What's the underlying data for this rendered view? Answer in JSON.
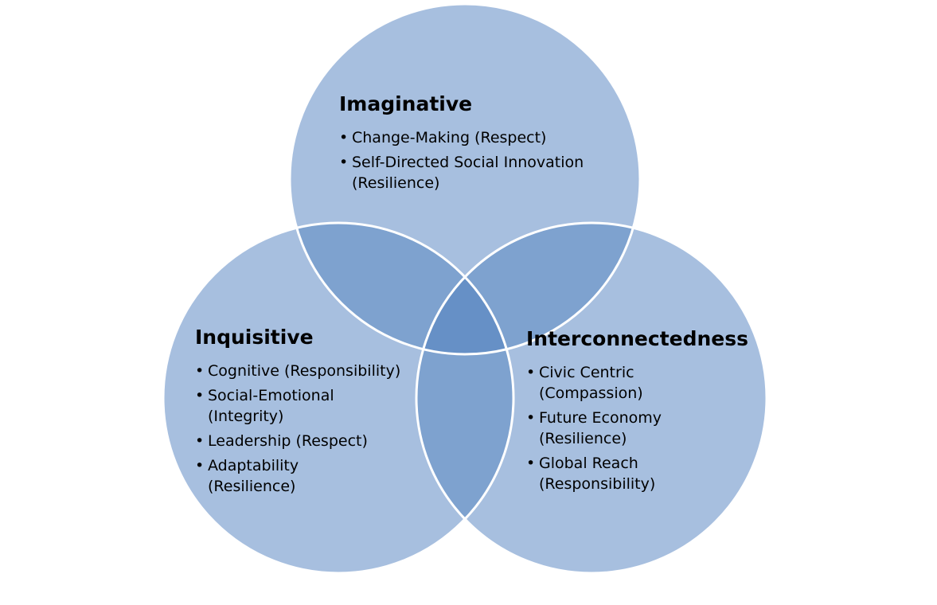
{
  "colors": {
    "circle_fill": "#a7bfdf",
    "overlap_two": "#7ea2cf",
    "overlap_three": "#6690c6",
    "circle_stroke": "#ffffff"
  },
  "circles": [
    {
      "id": "imaginative",
      "title": "Imaginative",
      "items": [
        {
          "bullet": "•",
          "text": "Change-Making (Respect)"
        },
        {
          "bullet": "•",
          "text": "Self-Directed Social Innovation (Resilience)"
        }
      ]
    },
    {
      "id": "inquisitive",
      "title": "Inquisitive",
      "items": [
        {
          "bullet": "•",
          "text": "Cognitive (Responsibility)"
        },
        {
          "bullet": "•",
          "text": "Social-Emotional (Integrity)"
        },
        {
          "bullet": "•",
          "text": "Leadership (Respect)"
        },
        {
          "bullet": "•",
          "text": "Adaptability (Resilience)"
        }
      ]
    },
    {
      "id": "interconnectedness",
      "title": "Interconnectedness",
      "items": [
        {
          "bullet": "•",
          "text": "Civic Centric (Compassion)"
        },
        {
          "bullet": "•",
          "text": "Future Economy (Resilience)"
        },
        {
          "bullet": "•",
          "text": "Global Reach (Responsibility)"
        }
      ]
    }
  ]
}
